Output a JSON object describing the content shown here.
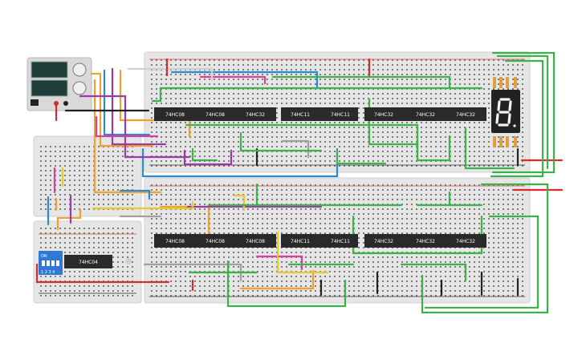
{
  "colors": {
    "background": "#ffffff",
    "breadboard": "#e6e6e6",
    "breadboard_edge": "#d0d0d0",
    "hole": "#7a7a7a",
    "rail_red": "#d93b3b",
    "rail_black": "#2b2b2b",
    "chip_body": "#2a2a2a",
    "chip_text": "#ffffff",
    "dip_switch": "#2f78d6",
    "seg_display": "#222222",
    "seg_on": "#f2f2f2",
    "psu_body": "#d9d9d9",
    "psu_screen": "#1e3e3a",
    "wire_green": "#3cb34a",
    "wire_orange": "#f0a030",
    "wire_blue": "#2a8ad6",
    "wire_purple": "#9b3aa8",
    "wire_yellow": "#e8c92a",
    "wire_gray": "#a0a0a0",
    "wire_red": "#d82b2b",
    "wire_black": "#222222",
    "wire_white": "#f5f5f5",
    "wire_pink": "#d6409f",
    "resistor": "#e0a040"
  },
  "chips_top": [
    {
      "label": "74HC08"
    },
    {
      "label": "74HC08"
    },
    {
      "label": "74HC32"
    },
    {
      "label": "74HC11"
    },
    {
      "label": "74HC11"
    },
    {
      "label": "74HC32"
    },
    {
      "label": "74HC32"
    },
    {
      "label": "74HC32"
    }
  ],
  "chips_bottom": [
    {
      "label": "74HC08"
    },
    {
      "label": "74HC08"
    },
    {
      "label": "74HC08"
    },
    {
      "label": "74HC11"
    },
    {
      "label": "74HC11"
    },
    {
      "label": "74HC32"
    },
    {
      "label": "74HC32"
    },
    {
      "label": "74HC32"
    }
  ],
  "inverter_chip": {
    "label": "74HC04"
  },
  "dip_switch": {
    "on_label": "ON",
    "numbers": "1 2 3 4"
  },
  "display": {
    "digit": "8"
  }
}
